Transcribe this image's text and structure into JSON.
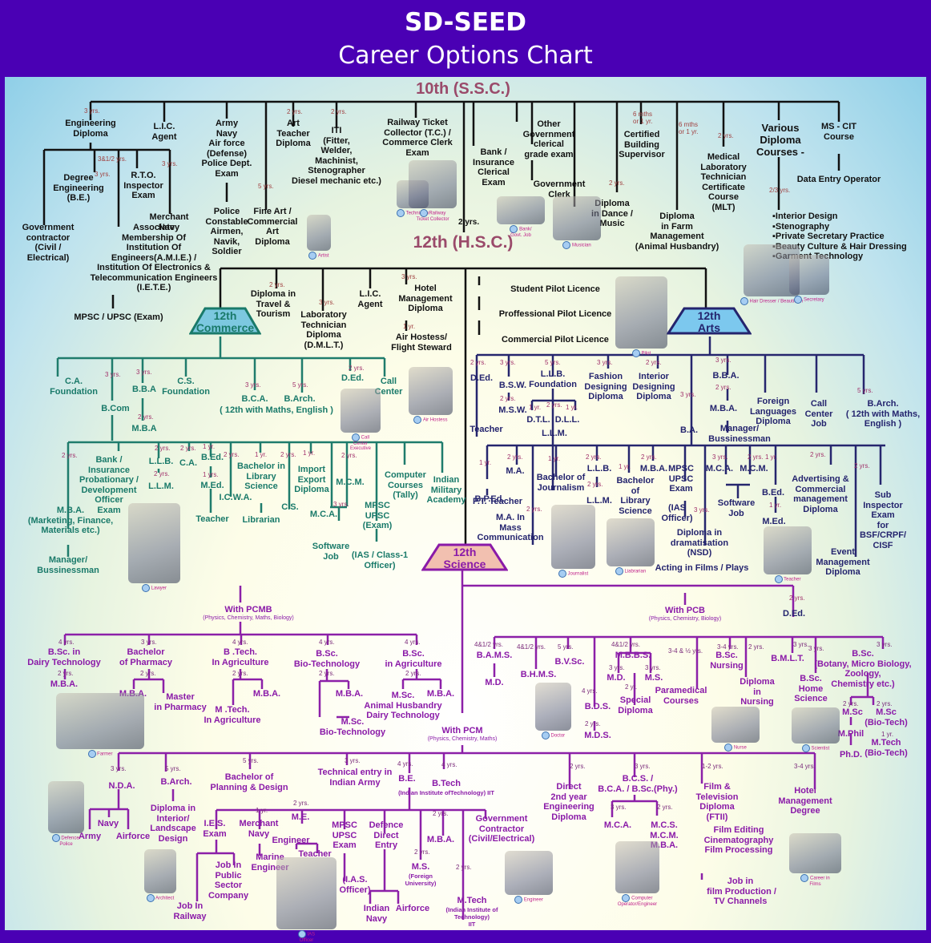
{
  "header": {
    "title": "SD-SEED",
    "subtitle": "Career Options Chart"
  },
  "colors": {
    "header_bg": "#4a00b4",
    "ssc_branch": "#111111",
    "commerce": "#1a7a6a",
    "arts": "#24246e",
    "science": "#8a1aa8",
    "duration_text": "#a04040"
  },
  "root": {
    "ssc": "10th (S.S.C.)",
    "hsc": "12th (H.S.C.)",
    "ssc_to_hsc": "2 yrs."
  },
  "ssc_branch": [
    {
      "label": "Engineering\nDiploma",
      "duration": "3 yrs."
    },
    {
      "label": "L.I.C.\nAgent"
    },
    {
      "label": "Army\nNavy\nAir force\n(Defense)\nPolice Dept.\nExam"
    },
    {
      "label": "Police\nConstable\nAirmen,\nNavik,\nSoldier"
    },
    {
      "label": "Art\nTeacher\nDiploma",
      "duration": "2 yrs."
    },
    {
      "label": "Fine Art /\nCommercial\nArt\nDiploma",
      "duration": "5 yrs."
    },
    {
      "label": "ITI\n(Fitter,\nWelder,\nMachinist,\nStenographer\nDiesel mechanic etc.)",
      "duration": "2 yrs."
    },
    {
      "label": "Railway Ticket\nCollector (T.C.) /\nCommerce Clerk\nExam"
    },
    {
      "label": "Bank /\nInsurance\nClerical\nExam"
    },
    {
      "label": "Other\nGovernment\nclerical\ngrade exam"
    },
    {
      "label": "Government\nClerk"
    },
    {
      "label": "Diploma\nin Dance /\nMusic",
      "duration": "2 yrs."
    },
    {
      "label": "Certified\nBuilding\nSupervisor",
      "duration": "6 mths\nor 1 yr."
    },
    {
      "label": "Diploma\nin Farm\nManagement\n(Animal Husbandry)",
      "duration": "6 mths\nor 1 yr."
    },
    {
      "label": "Medical\nLaboratory\nTechnician\nCertificate\nCourse\n(MLT)",
      "duration": "2 yrs."
    },
    {
      "label": "Various\nDiploma\nCourses -"
    },
    {
      "label": "MS - CIT\nCourse"
    },
    {
      "label": "Data Entry Operator"
    },
    {
      "label": "▪Interior Design\n▪Stenography\n▪Private Secretary Practice\n▪Beauty Culture & Hair Dressing\n▪Garment Technology",
      "duration": "2/3 yrs."
    }
  ],
  "engineering_diploma_children": [
    {
      "label": "Government\ncontractor\n(Civil /\nElectrical)"
    },
    {
      "label": "Degree\nEngineering\n(B.E.)",
      "duration": "3 yrs."
    },
    {
      "label": "Associate\nMembership Of\nInstitution Of\nEngineers(A.M.I.E.) /\nInstitution Of Electronics &\nTelecommunication Engineers\n(I.E.T.E.)",
      "duration": "3&1/2 yrs."
    },
    {
      "label": "R.T.O.\nInspector\nExam"
    },
    {
      "label": "Merchant\nNavy",
      "duration": "3 yrs."
    },
    {
      "label": "MPSC / UPSC (Exam)"
    }
  ],
  "hsc_branch": [
    {
      "label": "Diploma in\nTravel &\nTourism",
      "duration": "2 yrs."
    },
    {
      "label": "Laboratory\nTechnician\nDiploma\n(D.M.L.T.)",
      "duration": "3 yrs."
    },
    {
      "label": "L.I.C.\nAgent"
    },
    {
      "label": "Hotel\nManagement\nDiploma",
      "duration": "3 yrs."
    },
    {
      "label": "Air Hostess/\nFlight Steward",
      "duration": "1 yr."
    },
    {
      "label": "Student Pilot Licence"
    },
    {
      "label": "Proffessional Pilot Licence"
    },
    {
      "label": "Commercial Pilot Licence"
    }
  ],
  "streams": {
    "commerce": "12th\nCommerce",
    "arts": "12th\nArts",
    "science": "12th\nScience"
  },
  "commerce": [
    {
      "label": "C.A.\nFoundation"
    },
    {
      "label": "B.Com",
      "duration": "3 yrs."
    },
    {
      "label": "B.B.A",
      "duration": "3 yrs."
    },
    {
      "label": "M.B.A",
      "duration": "2 yrs."
    },
    {
      "label": "C.S.\nFoundation"
    },
    {
      "label": "B.C.A.",
      "duration": "3 yrs."
    },
    {
      "label": "B.Arch.",
      "duration": "5 yrs."
    },
    {
      "label": "( 12th with Maths, English )"
    },
    {
      "label": "D.Ed.",
      "duration": "2 yrs."
    },
    {
      "label": "Call\nCenter"
    }
  ],
  "bcom_children": [
    {
      "label": "M.B.A.\n(Marketing, Finance,\nMaterials etc.)",
      "duration": "2 yrs."
    },
    {
      "label": "Manager/\nBussinessman"
    },
    {
      "label": "Bank /\nInsurance\nProbationary /\nDevelopment\nOfficer\nExam"
    },
    {
      "label": "L.L.B.",
      "duration": "2 yrs."
    },
    {
      "label": "L.L.M.",
      "duration": "2 yrs."
    },
    {
      "label": "C.A.",
      "duration": "2 yrs."
    },
    {
      "label": "B.Ed.",
      "duration": "1 yr."
    },
    {
      "label": "M.Ed.",
      "duration": "1 yrs."
    },
    {
      "label": "Teacher"
    },
    {
      "label": "I.C.W.A.",
      "duration": "2 yrs."
    },
    {
      "label": "Bachelor in\nLibrary\nScience",
      "duration": "1 yr."
    },
    {
      "label": "Librarian"
    },
    {
      "label": "C.S.",
      "duration": "2 yrs."
    },
    {
      "label": "Import\nExport\nDiploma",
      "duration": "1 yr."
    },
    {
      "label": "M.C.A.",
      "duration": "3 yrs."
    },
    {
      "label": "M.C.M.",
      "duration": "2 yrs."
    },
    {
      "label": "Software\nJob"
    },
    {
      "label": "MPSC\nUPSC\n(Exam)"
    },
    {
      "label": "(IAS / Class-1\nOfficer)"
    },
    {
      "label": "Computer\nCourses\n(Tally)"
    },
    {
      "label": "Indian\nMilitary\nAcademy"
    }
  ],
  "arts": [
    {
      "label": "D.Ed.",
      "duration": "2 yrs."
    },
    {
      "label": "Teacher"
    },
    {
      "label": "B.S.W.",
      "duration": "3 yrs."
    },
    {
      "label": "M.S.W.",
      "duration": "2 yrs."
    },
    {
      "label": "L.L.B.\nFoundation",
      "duration": "5 yrs."
    },
    {
      "label": "D.T.L.",
      "duration": "1 yr."
    },
    {
      "label": "D.L.L.",
      "duration": "1 yr."
    },
    {
      "label": "L.L.M.",
      "duration": "2 yrs."
    },
    {
      "label": "Fashion\nDesigning\nDiploma",
      "duration": "3 yrs."
    },
    {
      "label": "Interior\nDesigning\nDiploma",
      "duration": "2 yrs."
    },
    {
      "label": "B.A.",
      "duration": "3 yrs."
    },
    {
      "label": "B.B.A.",
      "duration": "3 yrs."
    },
    {
      "label": "M.B.A.",
      "duration": "2 yrs."
    },
    {
      "label": "Manager/\nBussinessman"
    },
    {
      "label": "Foreign\nLanguages\nDiploma"
    },
    {
      "label": "Call\nCenter\nJob"
    },
    {
      "label": "B.Arch.\n( 12th with Maths,\nEnglish )",
      "duration": "5 yrs."
    }
  ],
  "ba_children": [
    {
      "label": "B.P.Ed.",
      "duration": "1 yr."
    },
    {
      "label": "P.T. Teacher"
    },
    {
      "label": "M.A.",
      "duration": "2 yrs."
    },
    {
      "label": "M.A. In\nMass\nCommunication",
      "duration": "2 yrs."
    },
    {
      "label": "Bachelor of\nJournalism",
      "duration": "1 yr."
    },
    {
      "label": "L.L.B.",
      "duration": "2 yrs."
    },
    {
      "label": "L.L.M.",
      "duration": "2 yrs."
    },
    {
      "label": "Bachelor\nof\nLibrary\nScience",
      "duration": "1 yr."
    },
    {
      "label": "M.B.A.",
      "duration": "2 yrs."
    },
    {
      "label": "MPSC\nUPSC\nExam"
    },
    {
      "label": "(IAS\nOfficer)"
    },
    {
      "label": "Diploma in\ndramatisation\n(NSD)",
      "duration": "3 yrs."
    },
    {
      "label": "Acting in Films / Plays"
    },
    {
      "label": "M.C.A.",
      "duration": "3 yrs."
    },
    {
      "label": "M.C.M.",
      "duration": "2 yrs."
    },
    {
      "label": "Software\nJob"
    },
    {
      "label": "B.Ed.",
      "duration": "1 yr."
    },
    {
      "label": "M.Ed.",
      "duration": "1 yr."
    },
    {
      "label": "Advertising &\nCommercial\nmanagement\nDiploma",
      "duration": "2 yrs."
    },
    {
      "label": "Event\nManagement\nDiploma"
    },
    {
      "label": "Sub\nInspector\nExam\nfor\nBSF/CRPF/\nCISF",
      "duration": "2 yrs."
    },
    {
      "label": "D.Ed.",
      "duration": "2 yrs."
    }
  ],
  "science": {
    "pcmb": {
      "title": "With PCMB",
      "subtitle": "(Physics, Chemistry, Maths, Biology)"
    },
    "pcb": {
      "title": "With PCB",
      "subtitle": "(Physics, Chemistry, Biology)"
    },
    "pcm": {
      "title": "With PCM",
      "subtitle": "(Physics, Chemistry, Maths)"
    }
  },
  "pcmb_children": [
    {
      "label": "B.Sc. in\nDairy Technology",
      "duration": "4 yrs."
    },
    {
      "label": "M.B.A.",
      "duration": "2 yrs."
    },
    {
      "label": "Bachelor\nof Pharmacy",
      "duration": "3 yrs."
    },
    {
      "label": "M.B.A.",
      "duration": "2 yrs."
    },
    {
      "label": "Master\nin Pharmacy"
    },
    {
      "label": "B .Tech.\nIn Agriculture",
      "duration": "4 yrs."
    },
    {
      "label": "M .Tech.\nIn Agriculture",
      "duration": "2 yrs."
    },
    {
      "label": "M.B.A."
    },
    {
      "label": "B.Sc.\nBio-Technology",
      "duration": "4 yrs."
    },
    {
      "label": "M.B.A.",
      "duration": "2 yrs."
    },
    {
      "label": "M.Sc.\nBio-Technology"
    },
    {
      "label": "B.Sc.\nin Agriculture",
      "duration": "4 yrs."
    },
    {
      "label": "M.Sc.\nAnimal Husbandry\nDairy Technology",
      "duration": "2 yrs."
    },
    {
      "label": "M.B.A."
    }
  ],
  "pcb_children": [
    {
      "label": "B.A.M.S.",
      "duration": "4&1/2 yrs."
    },
    {
      "label": "M.D."
    },
    {
      "label": "B.H.M.S.",
      "duration": "4&1/2 yrs."
    },
    {
      "label": "B.V.Sc.",
      "duration": "5 yrs."
    },
    {
      "label": "B.D.S.",
      "duration": "4 yrs."
    },
    {
      "label": "M.D.S.",
      "duration": "2 yrs."
    },
    {
      "label": "M.B.B.S.",
      "duration": "4&1/2 yrs."
    },
    {
      "label": "M.D.",
      "duration": "3 yrs."
    },
    {
      "label": "M.S.",
      "duration": "3 yrs."
    },
    {
      "label": "Special\nDiploma",
      "duration": "2 yr."
    },
    {
      "label": "Paramedical\nCourses",
      "duration": "3-4 & ½ yrs."
    },
    {
      "label": "B.Sc.\nNursing",
      "duration": "3-4 yrs."
    },
    {
      "label": "Diploma\nin\nNursing",
      "duration": "2 yrs."
    },
    {
      "label": "B.M.L.T.",
      "duration": "3 yrs."
    },
    {
      "label": "B.Sc.\nHome\nScience",
      "duration": "3 yrs."
    },
    {
      "label": "B.Sc.\n(Botany, Micro Biology,\nZoology,\nChemistry etc.)",
      "duration": "3 yrs."
    },
    {
      "label": "M.Sc",
      "duration": "2 yrs."
    },
    {
      "label": "M.Sc\n(Bio-Tech)",
      "duration": "2 yrs."
    },
    {
      "label": "M.Phil"
    },
    {
      "label": "Ph.D."
    },
    {
      "label": "M.Tech\n(Bio-Tech)",
      "duration": "1 yr."
    }
  ],
  "pcm_children": [
    {
      "label": "N.D.A.",
      "duration": "3 yrs."
    },
    {
      "label": "Army"
    },
    {
      "label": "Navy"
    },
    {
      "label": "Airforce"
    },
    {
      "label": "B.Arch.",
      "duration": "5 yrs."
    },
    {
      "label": "Diploma in\nInterior/\nLandscape\nDesign"
    },
    {
      "label": "Bachelor of\nPlanning & Design",
      "duration": "5 yrs."
    },
    {
      "label": "Technical entry in\nIndian Army",
      "duration": "3 yrs."
    },
    {
      "label": "B.E.",
      "duration": "4 yrs."
    },
    {
      "label": "B.Tech",
      "sub": "(Indian Institute ofTechnology) IIT",
      "duration": "4 yrs."
    },
    {
      "label": "I.E.S.\nExam"
    },
    {
      "label": "Job In\nRailway"
    },
    {
      "label": "Job In\nPublic\nSector\nCompany"
    },
    {
      "label": "Merchant\nNavy",
      "duration": "1 yr."
    },
    {
      "label": "Marine\nEngineer"
    },
    {
      "label": "M.E.",
      "duration": "2 yrs."
    },
    {
      "label": "Engineer"
    },
    {
      "label": "Teacher"
    },
    {
      "label": "MPSC\nUPSC\nExam"
    },
    {
      "label": "(I.A.S.\nOfficer)"
    },
    {
      "label": "Defence\nDirect\nEntry"
    },
    {
      "label": "Indian\nNavy"
    },
    {
      "label": "Airforce"
    },
    {
      "label": "M.S.",
      "sub": "(Foreign\nUniversity)",
      "duration": "2 yrs."
    },
    {
      "label": "M.B.A.",
      "duration": "2 yrs."
    },
    {
      "label": "M.Tech",
      "sub": "(Indian Institute of\nTechnology)\nIIT",
      "duration": "2 yrs."
    },
    {
      "label": "Government\nContractor\n(Civil/Electrical)"
    },
    {
      "label": "Direct\n2nd year\nEngineering\nDiploma",
      "duration": "2 yrs."
    },
    {
      "label": "B.C.S. /\nB.C.A. / B.Sc.(Phy.)",
      "duration": "3 yrs."
    },
    {
      "label": "M.C.A.",
      "duration": "3 yrs."
    },
    {
      "label": "M.C.S.\nM.C.M.\nM.B.A.",
      "duration": "2 yrs."
    },
    {
      "label": "Film &\nTelevision\nDiploma\n(FTII)",
      "duration": "1-2 yrs."
    },
    {
      "label": "Film Editing\nCinematography\nFilm Processing"
    },
    {
      "label": "Job in\n film Production /\nTV Channels"
    },
    {
      "label": "Hotel\nManagement\nDegree",
      "duration": "3-4 yrs."
    }
  ],
  "illustrations": [
    {
      "caption": "Artist",
      "icon": "artist-icon"
    },
    {
      "caption": "Technician",
      "icon": "technician-icon"
    },
    {
      "caption": "Railway\nTicket Collector",
      "icon": "ticket-collector-icon"
    },
    {
      "caption": "Bank/\nGovt. Job",
      "icon": "bank-clerk-icon"
    },
    {
      "caption": "Musician",
      "icon": "musician-icon"
    },
    {
      "caption": "Hair Dresser / Beautician",
      "icon": "hair-dresser-icon"
    },
    {
      "caption": "Secretary",
      "icon": "secretary-icon"
    },
    {
      "caption": "Pilot",
      "icon": "pilot-icon"
    },
    {
      "caption": "Call\nCenter\nExecutive",
      "icon": "call-center-icon"
    },
    {
      "caption": "Air Hostess",
      "icon": "air-hostess-icon"
    },
    {
      "caption": "Lawyer",
      "icon": "lawyer-icon"
    },
    {
      "caption": "Journalist",
      "icon": "journalist-icon"
    },
    {
      "caption": "Liabrarian",
      "icon": "librarian-icon"
    },
    {
      "caption": "Teacher",
      "icon": "teacher-icon"
    },
    {
      "caption": "Farmer",
      "icon": "farmer-icon"
    },
    {
      "caption": "Doctor",
      "icon": "doctor-icon"
    },
    {
      "caption": "Nurse",
      "icon": "nurse-icon"
    },
    {
      "caption": "Scientist",
      "icon": "scientist-icon"
    },
    {
      "caption": "Defence/\nPolice",
      "icon": "defence-police-icon"
    },
    {
      "caption": "Architect",
      "icon": "architect-icon"
    },
    {
      "caption": "IAS\nOfficer",
      "icon": "ias-officer-icon"
    },
    {
      "caption": "Engineer",
      "icon": "engineer-icon"
    },
    {
      "caption": "Computer\nOperator/Engineer",
      "icon": "computer-operator-icon"
    },
    {
      "caption": "Career in\nFilms",
      "icon": "film-career-icon"
    }
  ]
}
